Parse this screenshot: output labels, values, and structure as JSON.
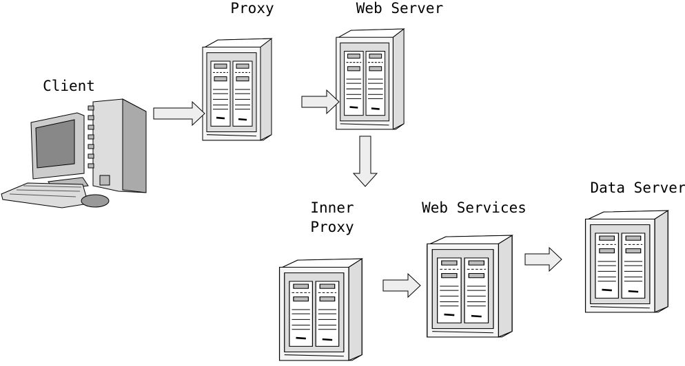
{
  "nodes": {
    "client": {
      "label": "Client"
    },
    "proxy": {
      "label": "Proxy"
    },
    "web_server": {
      "label": "Web Server"
    },
    "inner_proxy": {
      "label_line1": "Inner",
      "label_line2": "Proxy"
    },
    "web_services": {
      "label": "Web Services"
    },
    "data_server": {
      "label": "Data Server"
    }
  },
  "flow": [
    "Client",
    "Proxy",
    "Web Server",
    "Inner Proxy",
    "Web Services",
    "Data Server"
  ],
  "colors": {
    "line": "#000000",
    "fill_light": "#eeeeee",
    "fill_mid": "#cccccc",
    "fill_dark": "#999999"
  }
}
